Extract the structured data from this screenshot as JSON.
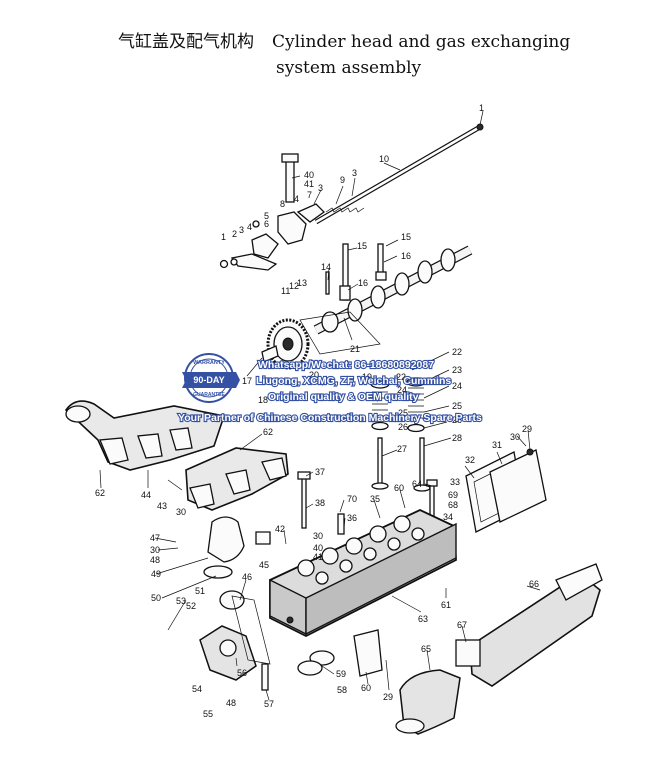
{
  "header": {
    "title_cn": "气缸盖及配气机构",
    "title_en_line1": "Cylinder head and gas exchanging",
    "title_en_line2": "system assembly"
  },
  "watermark": {
    "badge_top": "WARRANTY",
    "badge_mid": "90-DAY",
    "badge_bottom": "GUARANTEE",
    "line1": "Whatsapp/Wechat: 86-18680892087",
    "line2": "Liugong, XCMG, ZF, Weichai, Cummins",
    "line3": "Original quality & OEM quality",
    "line4": "Your Partner of Chinese Construction Machinery Spare Parts",
    "accent_color": "#1f3f9a"
  },
  "callouts": [
    {
      "id": "c1a",
      "text": "1"
    },
    {
      "id": "c10",
      "text": "10"
    },
    {
      "id": "c3a",
      "text": "3"
    },
    {
      "id": "c9",
      "text": "9"
    },
    {
      "id": "c40a",
      "text": "40"
    },
    {
      "id": "c41a",
      "text": "41"
    },
    {
      "id": "c3b",
      "text": "3"
    },
    {
      "id": "c7",
      "text": "7"
    },
    {
      "id": "c4a",
      "text": "4"
    },
    {
      "id": "c8",
      "text": "8"
    },
    {
      "id": "c5",
      "text": "5"
    },
    {
      "id": "c6",
      "text": "6"
    },
    {
      "id": "c4b",
      "text": "4"
    },
    {
      "id": "c1b",
      "text": "1"
    },
    {
      "id": "c2",
      "text": "2"
    },
    {
      "id": "c3c",
      "text": "3"
    },
    {
      "id": "c15a",
      "text": "15"
    },
    {
      "id": "c15b",
      "text": "15"
    },
    {
      "id": "c16a",
      "text": "16"
    },
    {
      "id": "c14",
      "text": "14"
    },
    {
      "id": "c16b",
      "text": "16"
    },
    {
      "id": "c11",
      "text": "11"
    },
    {
      "id": "c12",
      "text": "12"
    },
    {
      "id": "c13",
      "text": "13"
    },
    {
      "id": "c21",
      "text": "21"
    },
    {
      "id": "c22a",
      "text": "22"
    },
    {
      "id": "c22b",
      "text": "22"
    },
    {
      "id": "c23",
      "text": "23"
    },
    {
      "id": "c20",
      "text": "20"
    },
    {
      "id": "c19",
      "text": "19"
    },
    {
      "id": "c24a",
      "text": "24"
    },
    {
      "id": "c24b",
      "text": "24"
    },
    {
      "id": "c17",
      "text": "17"
    },
    {
      "id": "c18",
      "text": "18"
    },
    {
      "id": "c25a",
      "text": "25"
    },
    {
      "id": "c25b",
      "text": "25"
    },
    {
      "id": "c26a",
      "text": "26"
    },
    {
      "id": "c26b",
      "text": "26"
    },
    {
      "id": "c27",
      "text": "27"
    },
    {
      "id": "c28",
      "text": "28"
    },
    {
      "id": "c62a",
      "text": "62"
    },
    {
      "id": "c62b",
      "text": "62"
    },
    {
      "id": "c44",
      "text": "44"
    },
    {
      "id": "c43",
      "text": "43"
    },
    {
      "id": "c30a",
      "text": "30"
    },
    {
      "id": "c37",
      "text": "37"
    },
    {
      "id": "c38",
      "text": "38"
    },
    {
      "id": "c70",
      "text": "70"
    },
    {
      "id": "c36",
      "text": "36"
    },
    {
      "id": "c35",
      "text": "35"
    },
    {
      "id": "c60a",
      "text": "60"
    },
    {
      "id": "c64",
      "text": "64"
    },
    {
      "id": "c33",
      "text": "33"
    },
    {
      "id": "c69",
      "text": "69"
    },
    {
      "id": "c68",
      "text": "68"
    },
    {
      "id": "c34",
      "text": "34"
    },
    {
      "id": "c32",
      "text": "32"
    },
    {
      "id": "c31",
      "text": "31"
    },
    {
      "id": "c30b",
      "text": "30"
    },
    {
      "id": "c29a",
      "text": "29"
    },
    {
      "id": "c42",
      "text": "42"
    },
    {
      "id": "c30c",
      "text": "30"
    },
    {
      "id": "c40b",
      "text": "40"
    },
    {
      "id": "c41b",
      "text": "41"
    },
    {
      "id": "c47",
      "text": "47"
    },
    {
      "id": "c30d",
      "text": "30"
    },
    {
      "id": "c48a",
      "text": "48"
    },
    {
      "id": "c49",
      "text": "49"
    },
    {
      "id": "c45",
      "text": "45"
    },
    {
      "id": "c46",
      "text": "46"
    },
    {
      "id": "c50",
      "text": "50"
    },
    {
      "id": "c51",
      "text": "51"
    },
    {
      "id": "c53",
      "text": "53"
    },
    {
      "id": "c52",
      "text": "52"
    },
    {
      "id": "c63",
      "text": "63"
    },
    {
      "id": "c61",
      "text": "61"
    },
    {
      "id": "c66",
      "text": "66"
    },
    {
      "id": "c67",
      "text": "67"
    },
    {
      "id": "c65",
      "text": "65"
    },
    {
      "id": "c59",
      "text": "59"
    },
    {
      "id": "c58",
      "text": "58"
    },
    {
      "id": "c60b",
      "text": "60"
    },
    {
      "id": "c29b",
      "text": "29"
    },
    {
      "id": "c56",
      "text": "56"
    },
    {
      "id": "c54",
      "text": "54"
    },
    {
      "id": "c48b",
      "text": "48"
    },
    {
      "id": "c55",
      "text": "55"
    },
    {
      "id": "c57",
      "text": "57"
    }
  ]
}
